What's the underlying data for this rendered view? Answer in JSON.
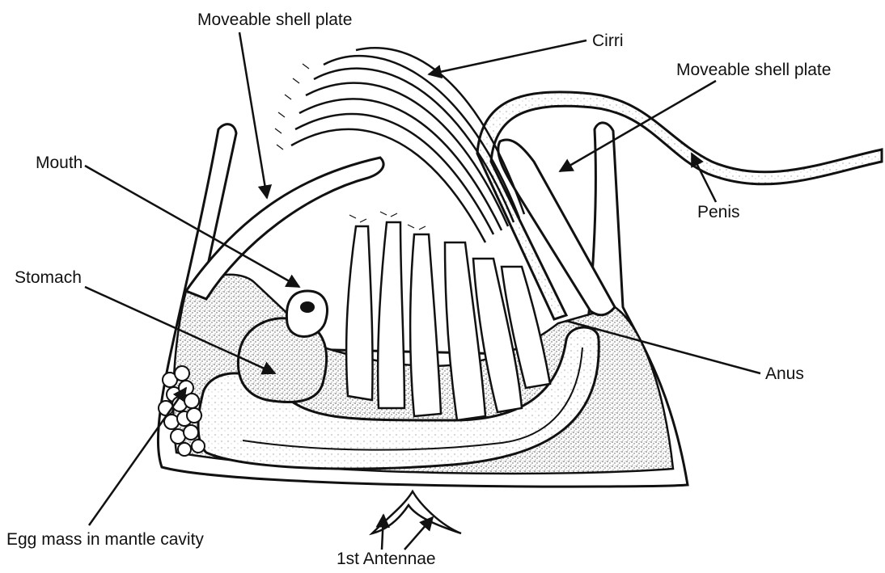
{
  "labels": {
    "moveable_shell_plate_left": "Moveable shell plate",
    "cirri": "Cirri",
    "moveable_shell_plate_right": "Moveable shell plate",
    "mouth": "Mouth",
    "penis": "Penis",
    "stomach": "Stomach",
    "anus": "Anus",
    "egg_mass": "Egg mass in mantle cavity",
    "first_antennae": "1st Antennae"
  },
  "colors": {
    "ink": "#111111",
    "stipple": "#b8b8b8",
    "background": "#ffffff"
  }
}
